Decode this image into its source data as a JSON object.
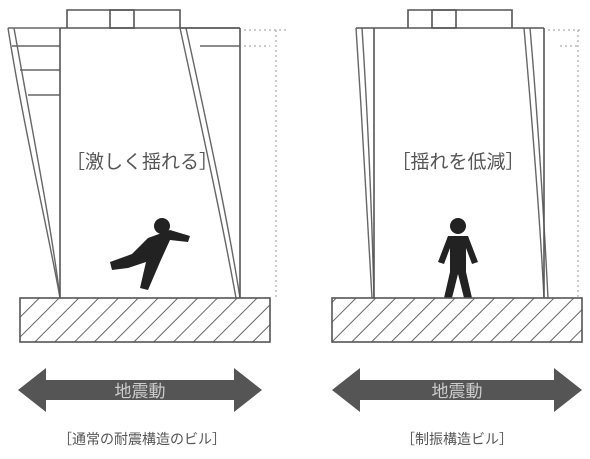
{
  "panels": [
    {
      "id": "left",
      "motion_label": "［激しく揺れる］",
      "arrow_label": "地震動",
      "caption": "［通常の耐震構造のビル］"
    },
    {
      "id": "right",
      "motion_label": "［揺れを低減］",
      "arrow_label": "地震動",
      "caption": "［制振構造ビル］"
    }
  ],
  "colors": {
    "outline": "#555555",
    "arrow": "#555555",
    "figure": "#222222",
    "hatch": "#666666",
    "ground_fill": "#f2f2f2"
  }
}
